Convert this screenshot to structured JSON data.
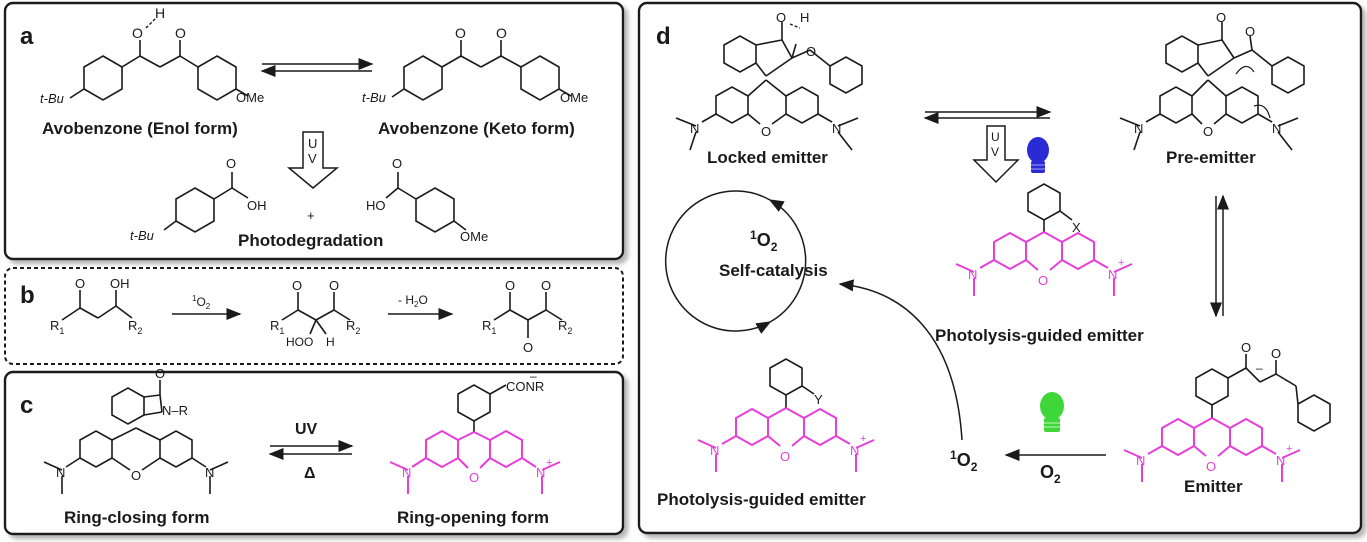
{
  "panels": {
    "a": {
      "letter": "a",
      "enol_name": "Avobenzone (Enol form)",
      "keto_name": "Avobenzone (Keto form)",
      "uv_arrow": [
        "U",
        "V"
      ],
      "product_plus": "+",
      "process": "Photodegradation",
      "atoms": {
        "tbu": "t-Bu",
        "ome": "OMe",
        "o": "O",
        "h": "H",
        "oh": "OH",
        "ho": "HO"
      }
    },
    "b": {
      "letter": "b",
      "reagent1_prefix": "1",
      "reagent1_main": "O",
      "reagent1_sub": "2",
      "reagent2": "- H",
      "reagent2_sub": "2",
      "reagent2_tail": "O",
      "atoms": {
        "o": "O",
        "oh": "OH",
        "hoo": "HOO",
        "h": "H",
        "r1": "R",
        "r1_sub": "1",
        "r2": "R",
        "r2_sub": "2"
      }
    },
    "c": {
      "letter": "c",
      "closed_name": "Ring-closing form",
      "open_name": "Ring-opening form",
      "forward": "UV",
      "reverse": "Δ",
      "atoms": {
        "o": "O",
        "n_r": "N–R",
        "n": "N",
        "conr": "CONR",
        "minus": "–",
        "plus": "+"
      }
    },
    "d": {
      "letter": "d",
      "locked": "Locked emitter",
      "pre": "Pre-emitter",
      "guided1": "Photolysis-guided emitter",
      "guided2": "Photolysis-guided emitter",
      "emitter": "Emitter",
      "uv_arrow": [
        "U",
        "V"
      ],
      "cycle_prefix": "1",
      "cycle_main": "O",
      "cycle_sub": "2",
      "cycle_text": "Self-catalysis",
      "singlet_prefix": "1",
      "singlet_main": "O",
      "singlet_sub": "2",
      "o2_main": "O",
      "o2_sub": "2",
      "atoms": {
        "x": "X",
        "y": "Y",
        "o": "O",
        "n": "N",
        "h": "H",
        "minus": "–",
        "plus": "+"
      }
    }
  },
  "colors": {
    "magenta": "#e63fd9",
    "blue_bulb": "#2b2bd6",
    "green_bulb": "#3fd63a",
    "frame": "#1a1a1a"
  }
}
